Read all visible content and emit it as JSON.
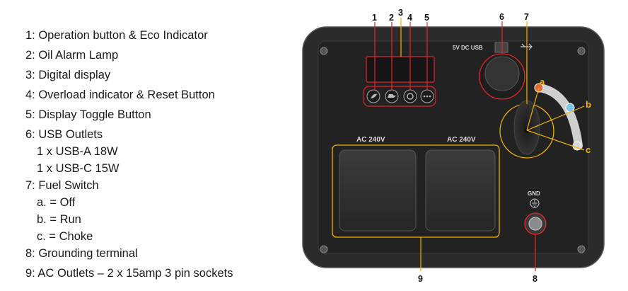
{
  "legend": {
    "item1": "1: Operation button & Eco Indicator",
    "item2": "2: Oil Alarm Lamp",
    "item3": "3: Digital display",
    "item4": "4: Overload indicator & Reset Button",
    "item5": "5: Display Toggle Button",
    "item6": "6: USB Outlets",
    "item6a": "1 x USB-A 18W",
    "item6b": "1 x USB-C 15W",
    "item7": "7: Fuel Switch",
    "item7a": "a. = Off",
    "item7b": "b. = Run",
    "item7c": "c. = Choke",
    "item8": "8: Grounding terminal",
    "item9": "9: AC Outlets – 2 x 15amp 3 pin sockets"
  },
  "panel": {
    "usb_label": "5V DC USB",
    "outlet_left_label": "AC 240V",
    "outlet_right_label": "AC 240V",
    "gnd_label": "GND"
  },
  "callouts": {
    "c1": "1",
    "c2": "2",
    "c3": "3",
    "c4": "4",
    "c5": "5",
    "c6": "6",
    "c7": "7",
    "c8": "8",
    "c9": "9",
    "ca": "a",
    "cb": "b",
    "cc": "c"
  },
  "colors": {
    "panel_dark": "#2b2b2b",
    "panel_inner": "#1f1f1f",
    "callout_yellow": "#f2b400",
    "callout_red": "#e0262b"
  }
}
